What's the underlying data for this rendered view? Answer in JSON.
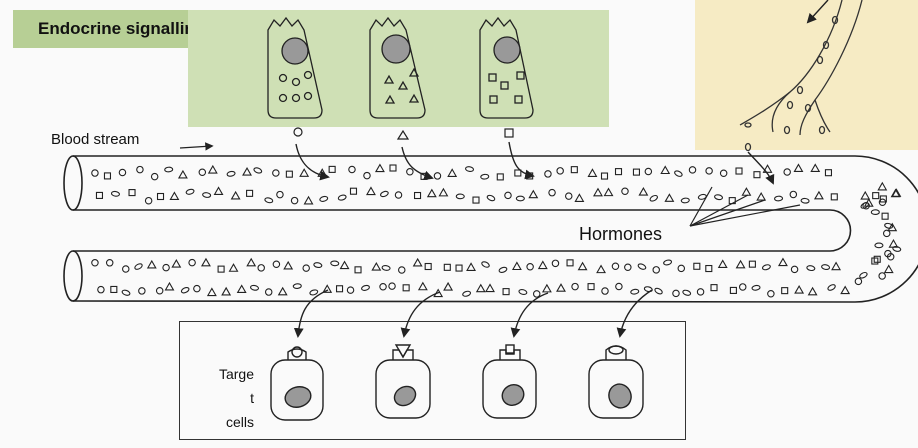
{
  "title": "Endocrine signalling",
  "labels": {
    "blood_stream": "Blood stream",
    "hormones": "Hormones",
    "target_line1": "Targe",
    "target_line2": "t",
    "target_line3": "cells"
  },
  "colors": {
    "title_bg": "#b7cf95",
    "secreting_bg": "#cfe0b5",
    "neuron_bg": "#f6ebc4",
    "stroke": "#222222"
  },
  "secreting_cells": [
    {
      "hormone_shape": "circle"
    },
    {
      "hormone_shape": "triangle"
    },
    {
      "hormone_shape": "square"
    }
  ],
  "target_cells": [
    {
      "receptor": "circle"
    },
    {
      "receptor": "triangle"
    },
    {
      "receptor": "square"
    },
    {
      "receptor": "oval"
    }
  ]
}
